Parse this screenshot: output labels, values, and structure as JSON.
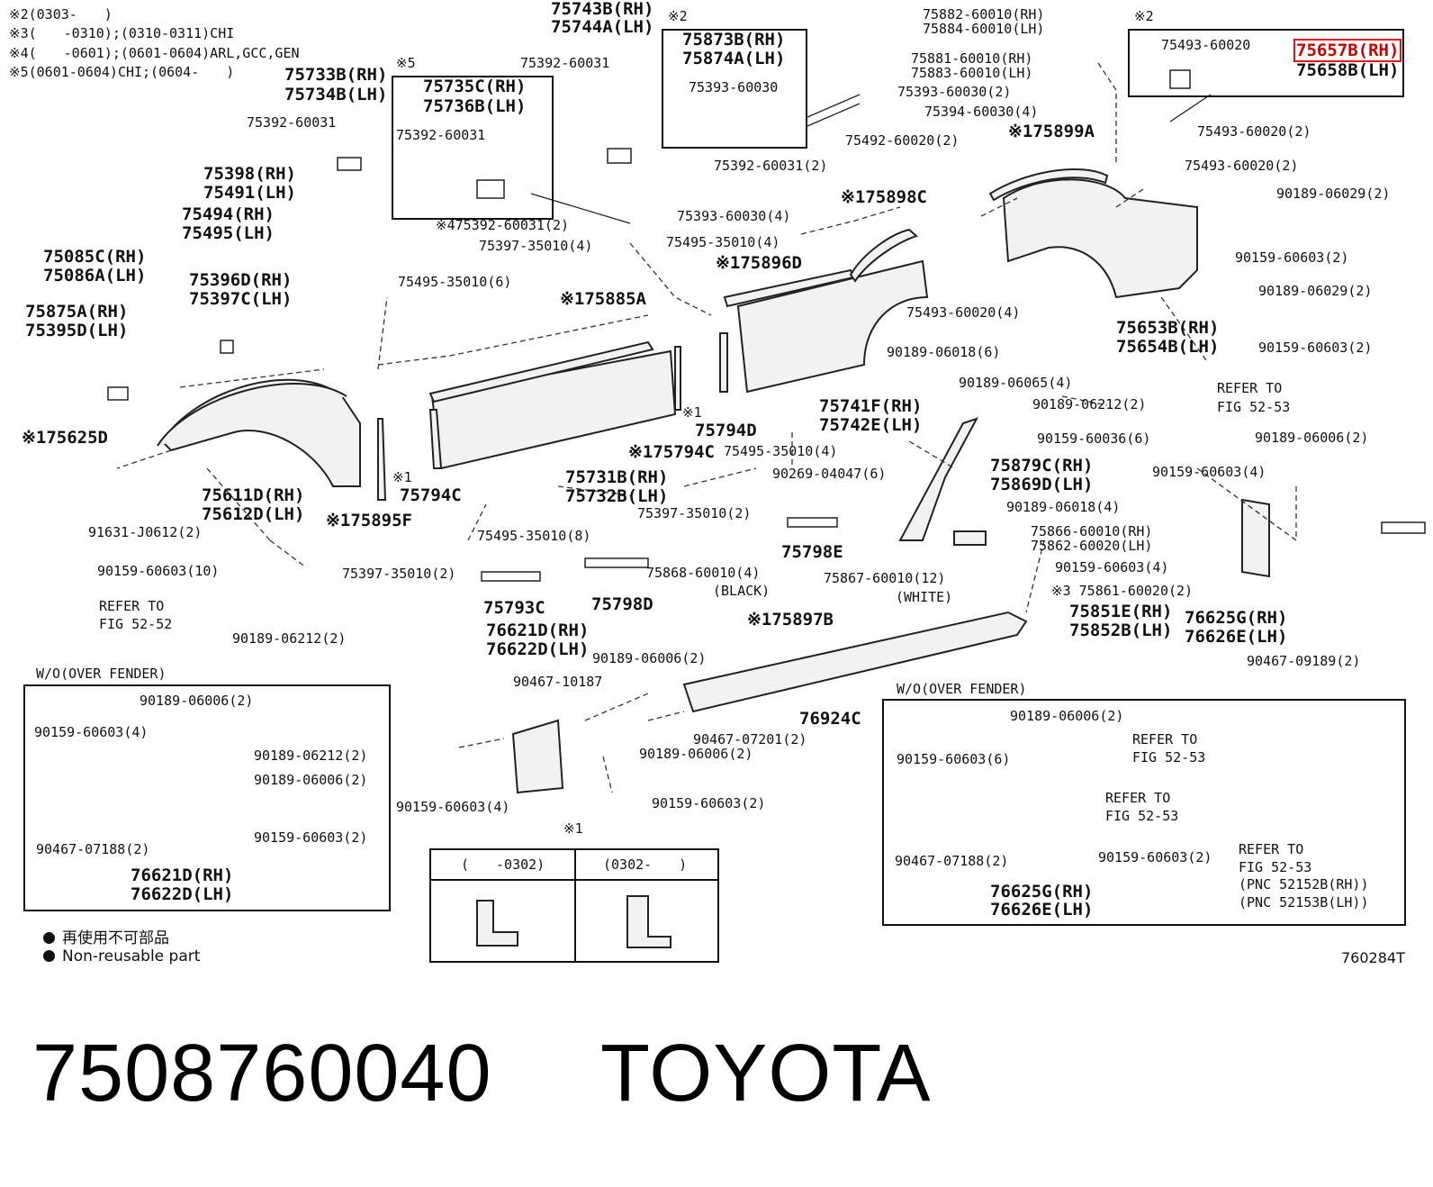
{
  "notes": [
    "※2(0303-　　)",
    "※3(　　-0310);(0310-0311)CHI",
    "※4(　　-0601);(0601-0604)ARL,GCC,GEN",
    "※5(0601-0604)CHI;(0604-　　)"
  ],
  "labels": [
    {
      "t": "75733B(RH)",
      "bold": true
    },
    {
      "t": "75734B(LH)",
      "bold": true
    },
    {
      "t": "75392-60031"
    },
    {
      "t": "75398(RH)",
      "bold": true
    },
    {
      "t": "75491(LH)",
      "bold": true
    },
    {
      "t": "75494(RH)",
      "bold": true
    },
    {
      "t": "75495(LH)",
      "bold": true
    },
    {
      "t": "75085C(RH)",
      "bold": true
    },
    {
      "t": "75086A(LH)",
      "bold": true
    },
    {
      "t": "75875A(RH)",
      "bold": true
    },
    {
      "t": "75395D(LH)",
      "bold": true
    },
    {
      "t": "75396D(RH)",
      "bold": true
    },
    {
      "t": "75397C(LH)",
      "bold": true
    },
    {
      "t": "※175625D",
      "bold": true
    },
    {
      "t": "75611D(RH)",
      "bold": true
    },
    {
      "t": "75612D(LH)",
      "bold": true
    },
    {
      "t": "※175895F",
      "bold": true
    },
    {
      "t": "91631-J0612(2)"
    },
    {
      "t": "90159-60603(10)"
    },
    {
      "t": "REFER TO"
    },
    {
      "t": "FIG 52-52"
    },
    {
      "t": "90189-06212(2)"
    },
    {
      "t": "※5"
    },
    {
      "t": "75735C(RH)",
      "bold": true
    },
    {
      "t": "75736B(LH)",
      "bold": true
    },
    {
      "t": "75392-60031"
    },
    {
      "t": "※475392-60031(2)"
    },
    {
      "t": "75397-35010(4)"
    },
    {
      "t": "75495-35010(6)"
    },
    {
      "t": "※175885A",
      "bold": true
    },
    {
      "t": "※1"
    },
    {
      "t": "75794C",
      "bold": true
    },
    {
      "t": "75731B(RH)",
      "bold": true
    },
    {
      "t": "75732B(LH)",
      "bold": true
    },
    {
      "t": "※175794C",
      "bold": true
    },
    {
      "t": "75495-35010(8)"
    },
    {
      "t": "75397-35010(2)"
    },
    {
      "t": "75793C",
      "bold": true
    },
    {
      "t": "75798D",
      "bold": true
    },
    {
      "t": "75743B(RH)",
      "bold": true
    },
    {
      "t": "75744A(LH)",
      "bold": true
    },
    {
      "t": "75392-60031"
    },
    {
      "t": "※2"
    },
    {
      "t": "75873B(RH)",
      "bold": true
    },
    {
      "t": "75874A(LH)",
      "bold": true
    },
    {
      "t": "75393-60030"
    },
    {
      "t": "75392-60031(2)"
    },
    {
      "t": "75393-60030(4)"
    },
    {
      "t": "75495-35010(4)"
    },
    {
      "t": "※175896D",
      "bold": true
    },
    {
      "t": "※175898C",
      "bold": true
    },
    {
      "t": "※1"
    },
    {
      "t": "75794D",
      "bold": true
    },
    {
      "t": "75741F(RH)",
      "bold": true
    },
    {
      "t": "75742E(LH)",
      "bold": true
    },
    {
      "t": "75495-35010(4)"
    },
    {
      "t": "90269-04047(6)"
    },
    {
      "t": "75397-35010(2)"
    },
    {
      "t": "75798E",
      "bold": true
    },
    {
      "t": "75868-60010(4)"
    },
    {
      "t": "(BLACK)"
    },
    {
      "t": "75867-60010(12)"
    },
    {
      "t": "(WHITE)"
    },
    {
      "t": "※175897B",
      "bold": true
    },
    {
      "t": "76621D(RH)",
      "bold": true
    },
    {
      "t": "76622D(LH)",
      "bold": true
    },
    {
      "t": "90189-06006(2)"
    },
    {
      "t": "90467-10187"
    },
    {
      "t": "90467-07201(2)"
    },
    {
      "t": "76924C",
      "bold": true
    },
    {
      "t": "90189-06006(2)"
    },
    {
      "t": "90159-60603(2)"
    },
    {
      "t": "90159-60603(4)"
    },
    {
      "t": "75882-60010(RH)"
    },
    {
      "t": "75884-60010(LH)"
    },
    {
      "t": "75881-60010(RH)"
    },
    {
      "t": "75883-60010(LH)"
    },
    {
      "t": "75393-60030(2)"
    },
    {
      "t": "75394-60030(4)"
    },
    {
      "t": "75492-60020(2)"
    },
    {
      "t": "※175899A",
      "bold": true
    },
    {
      "t": "75493-60020(4)"
    },
    {
      "t": "90189-06018(6)"
    },
    {
      "t": "90189-06065(4)"
    },
    {
      "t": "90189-06212(2)"
    },
    {
      "t": "90159-60036(6)"
    },
    {
      "t": "75879C(RH)",
      "bold": true
    },
    {
      "t": "75869D(LH)",
      "bold": true
    },
    {
      "t": "90189-06018(4)"
    },
    {
      "t": "75866-60010(RH)"
    },
    {
      "t": "75862-60020(LH)"
    },
    {
      "t": "90159-60603(4)"
    },
    {
      "t": "※3 75861-60020(2)"
    },
    {
      "t": "75851E(RH)",
      "bold": true
    },
    {
      "t": "75852B(LH)",
      "bold": true
    },
    {
      "t": "※2"
    },
    {
      "t": "75493-60020"
    },
    {
      "t": "75657B(RH)",
      "bold": true,
      "highlight": true
    },
    {
      "t": "75658B(LH)",
      "bold": true
    },
    {
      "t": "75493-60020(2)"
    },
    {
      "t": "75493-60020(2)"
    },
    {
      "t": "90189-06029(2)"
    },
    {
      "t": "90159-60603(2)"
    },
    {
      "t": "90189-06029(2)"
    },
    {
      "t": "75653B(RH)",
      "bold": true
    },
    {
      "t": "75654B(LH)",
      "bold": true
    },
    {
      "t": "90159-60603(2)"
    },
    {
      "t": "REFER TO"
    },
    {
      "t": "FIG 52-53"
    },
    {
      "t": "90189-06006(2)"
    },
    {
      "t": "90159-60603(4)"
    },
    {
      "t": "76625G(RH)",
      "bold": true
    },
    {
      "t": "76626E(LH)",
      "bold": true
    },
    {
      "t": "90467-09189(2)"
    },
    {
      "t": "W/O(OVER FENDER)"
    },
    {
      "t": "90189-06006(2)"
    },
    {
      "t": "90159-60603(4)"
    },
    {
      "t": "90189-06212(2)"
    },
    {
      "t": "90189-06006(2)"
    },
    {
      "t": "90159-60603(2)"
    },
    {
      "t": "90467-07188(2)"
    },
    {
      "t": "76621D(RH)",
      "bold": true
    },
    {
      "t": "76622D(LH)",
      "bold": true
    },
    {
      "t": "W/O(OVER FENDER)"
    },
    {
      "t": "90189-06006(2)"
    },
    {
      "t": "REFER TO"
    },
    {
      "t": "FIG 52-53"
    },
    {
      "t": "90159-60603(6)"
    },
    {
      "t": "REFER TO"
    },
    {
      "t": "FIG 52-53"
    },
    {
      "t": "90467-07188(2)"
    },
    {
      "t": "90159-60603(2)"
    },
    {
      "t": "REFER TO"
    },
    {
      "t": "FIG 52-53"
    },
    {
      "t": "(PNC 52152B(RH))"
    },
    {
      "t": "(PNC 52153B(LH))"
    },
    {
      "t": "76625G(RH)",
      "bold": true
    },
    {
      "t": "76626E(LH)",
      "bold": true
    },
    {
      "t": "※1"
    },
    {
      "t": "(　　-0302)"
    },
    {
      "t": "(0302-　　)"
    }
  ],
  "legend": {
    "jp": "再使用不可部品",
    "en": "Non-reusable part"
  },
  "drawing_code": "760284T",
  "footer": {
    "part_number": "7508760040",
    "brand": "TOYOTA"
  },
  "colors": {
    "highlight": "#e11111",
    "ink": "#111111"
  }
}
